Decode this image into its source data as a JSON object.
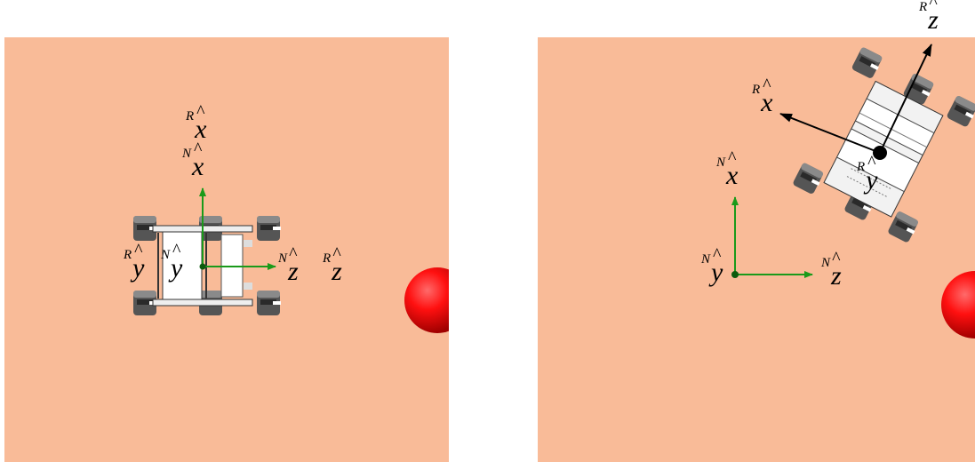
{
  "colors": {
    "ground": "#F9BB98",
    "axis_N": "#1a9a1a",
    "axis_R": "#000000",
    "sphere": "#ff0000",
    "wheel": "#5a5a5a",
    "chassis": "#ffffff"
  },
  "panels": [
    {
      "name": "left",
      "labels": {
        "R_x": {
          "sup": "R",
          "var": "x"
        },
        "N_x": {
          "sup": "N",
          "var": "x"
        },
        "R_y": {
          "sup": "R",
          "var": "y"
        },
        "N_y": {
          "sup": "N",
          "var": "y"
        },
        "N_z": {
          "sup": "N",
          "var": "z"
        },
        "R_z": {
          "sup": "R",
          "var": "z"
        }
      }
    },
    {
      "name": "right",
      "labels": {
        "R_z": {
          "sup": "R",
          "var": "z"
        },
        "R_x": {
          "sup": "R",
          "var": "x"
        },
        "R_y": {
          "sup": "R",
          "var": "y"
        },
        "N_x": {
          "sup": "N",
          "var": "x"
        },
        "N_y": {
          "sup": "N",
          "var": "y"
        },
        "N_z": {
          "sup": "N",
          "var": "z"
        }
      }
    }
  ],
  "hat": "^"
}
